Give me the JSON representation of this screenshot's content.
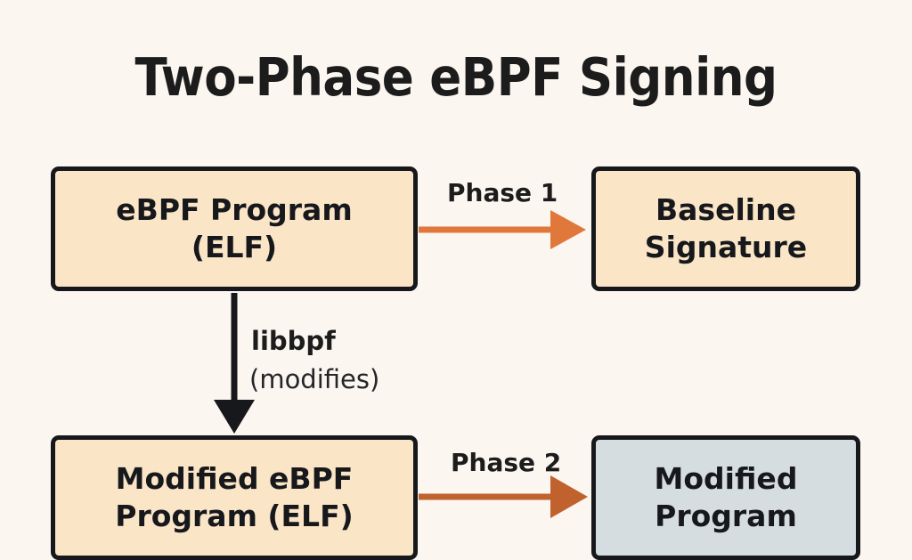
{
  "diagram": {
    "title": "Two-Phase eBPF Signing",
    "background_color": "#fcf6f0",
    "type": "flowchart",
    "nodes": [
      {
        "id": "ebpf-program",
        "label": "eBPF Program (ELF)",
        "line1": "eBPF Program",
        "line2": "(ELF)",
        "fill_color": "#fae5c7",
        "border_color": "#17181c"
      },
      {
        "id": "baseline-signature",
        "label": "Baseline Signature",
        "line1": "Baseline",
        "line2": "Signature",
        "fill_color": "#fae5c7",
        "border_color": "#17181c"
      },
      {
        "id": "modified-ebpf-program",
        "label": "Modified eBPF Program (ELF)",
        "line1": "Modified eBPF",
        "line2": "Program (ELF)",
        "fill_color": "#fae5c7",
        "border_color": "#17181c"
      },
      {
        "id": "modified-program",
        "label": "Modified Program",
        "line1": "Modified",
        "line2": "Program",
        "fill_color": "#d5dde1",
        "border_color": "#17181c"
      }
    ],
    "edges": [
      {
        "id": "phase-1",
        "from": "ebpf-program",
        "to": "baseline-signature",
        "label": "Phase 1",
        "color": "#e0783c",
        "direction": "right"
      },
      {
        "id": "libbpf",
        "from": "ebpf-program",
        "to": "modified-ebpf-program",
        "label": "libbpf",
        "sublabel": "(modifies)",
        "color": "#17181c",
        "direction": "down"
      },
      {
        "id": "phase-2",
        "from": "modified-ebpf-program",
        "to": "modified-program",
        "label": "Phase 2",
        "color": "#c0622d",
        "direction": "right"
      }
    ]
  }
}
